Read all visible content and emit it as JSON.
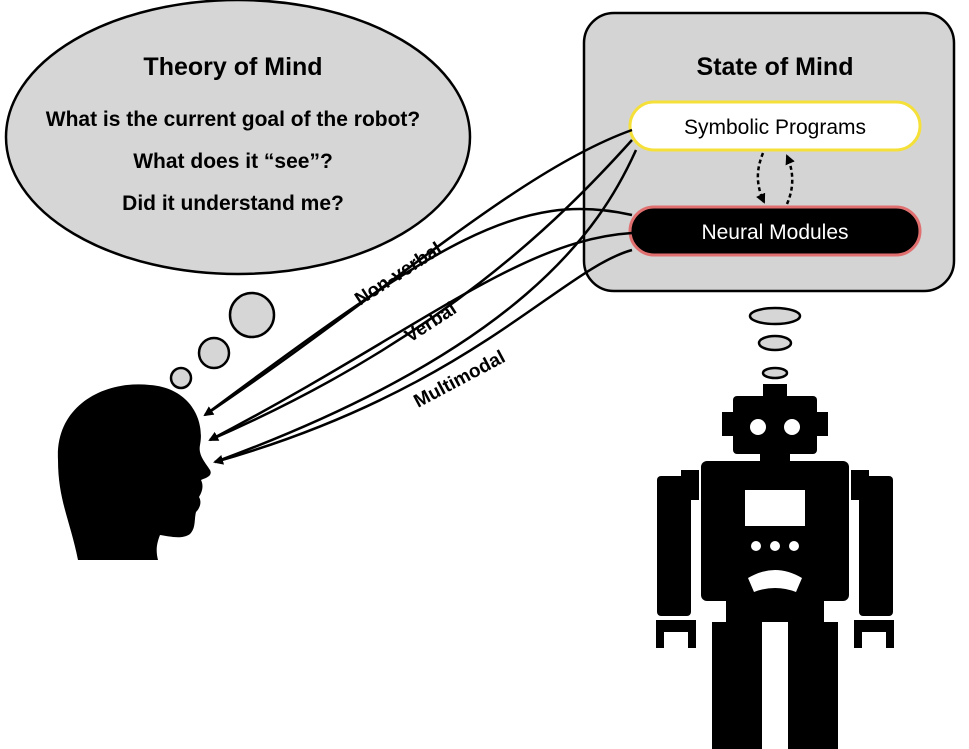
{
  "theory_of_mind": {
    "title": "Theory of Mind",
    "questions": [
      "What is the current goal of the robot?",
      "What does it “see”?",
      "Did it understand me?"
    ]
  },
  "state_of_mind": {
    "title": "State of Mind",
    "symbolic_label": "Symbolic Programs",
    "neural_label": "Neural Modules"
  },
  "channels": {
    "nonverbal": "Non-verbal",
    "verbal": "Verbal",
    "multimodal": "Multimodal"
  },
  "colors": {
    "bubble_fill": "#d6d6d6",
    "panel_fill": "#d4d4d4",
    "symbolic_border": "#f5e03a",
    "neural_border": "#e07070",
    "neural_fill": "#000000"
  },
  "icons": {
    "human": "human-head-silhouette-icon",
    "robot": "robot-icon"
  }
}
